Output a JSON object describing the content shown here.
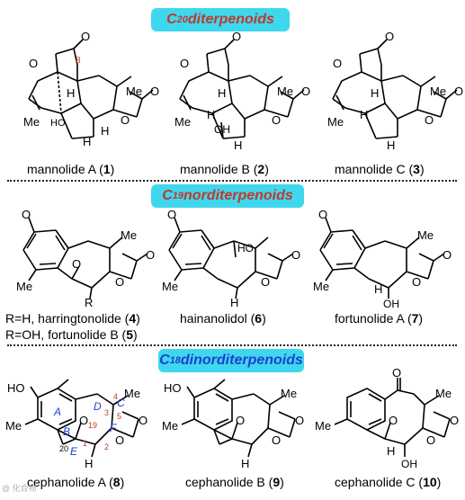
{
  "sections": [
    {
      "pre": "C",
      "sub": "20",
      "post": " diterpenoids"
    },
    {
      "pre": "C",
      "sub": "19",
      "post": " norditerpenoids"
    },
    {
      "pre": "C",
      "sub": "18",
      "post": " dinorditerpenoids"
    }
  ],
  "compounds": {
    "c1": {
      "name": "mannolide A",
      "num": "1"
    },
    "c2": {
      "name": "mannolide B",
      "num": "2"
    },
    "c3": {
      "name": "mannolide C",
      "num": "3"
    },
    "c4": {
      "prefix": "R=H, harringtonolide",
      "num": "4"
    },
    "c5": {
      "prefix": "R=OH, fortunolide B",
      "num": "5"
    },
    "c6": {
      "name": "hainanolidol",
      "num": "6"
    },
    "c7": {
      "name": "fortunolide A",
      "num": "7"
    },
    "c8": {
      "name": "cephanolide A",
      "num": "8"
    },
    "c9": {
      "name": "cephanolide B",
      "num": "9"
    },
    "c10": {
      "name": "cephanolide C",
      "num": "10"
    }
  },
  "atoms": {
    "O": "O",
    "Me": "Me",
    "H": "H",
    "HO": "HO",
    "OH": "OH",
    "R": "R"
  },
  "ring_labels": [
    "A",
    "B",
    "C",
    "D",
    "E",
    "F"
  ],
  "locants": [
    "8",
    "4",
    "3",
    "5",
    "19",
    "20",
    "1",
    "2"
  ],
  "colors": {
    "banner": "#3fd7ee",
    "red": "#c0392b",
    "blue": "#1f3fd0"
  },
  "watermark": "@ 化合物"
}
